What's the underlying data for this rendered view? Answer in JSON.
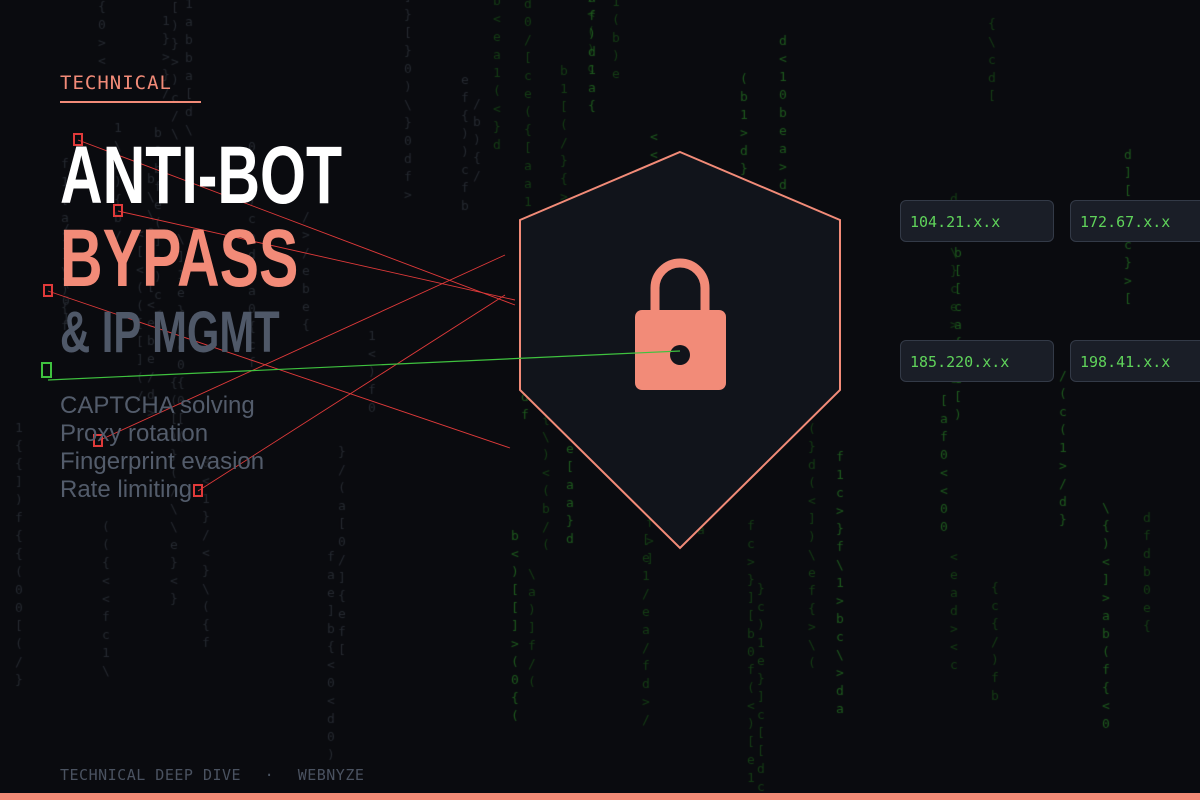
{
  "tag": "TECHNICAL",
  "title": {
    "line1": "ANTI-BOT",
    "line2": "BYPASS",
    "line3": "& IP MGMT"
  },
  "features": [
    "CAPTCHA solving",
    "Proxy rotation",
    "Fingerprint evasion",
    "Rate limiting"
  ],
  "proxies": [
    "104.21.x.x",
    "172.67.x.x",
    "185.220.x.x",
    "198.41.x.x"
  ],
  "footer": {
    "label": "TECHNICAL DEEP DIVE",
    "separator": "·",
    "brand": "WEBNYZE"
  },
  "icons": {
    "shield": "shield-icon",
    "lock": "padlock-icon"
  },
  "colors": {
    "background": "#0a0b0f",
    "accent": "#f28b78",
    "title": "#ffffff",
    "muted": "#4f5868",
    "proxy_text": "#5fd35a",
    "blocked": "#e03a3a",
    "allowed": "#3fc23f",
    "shield_fill": "#11141b"
  }
}
